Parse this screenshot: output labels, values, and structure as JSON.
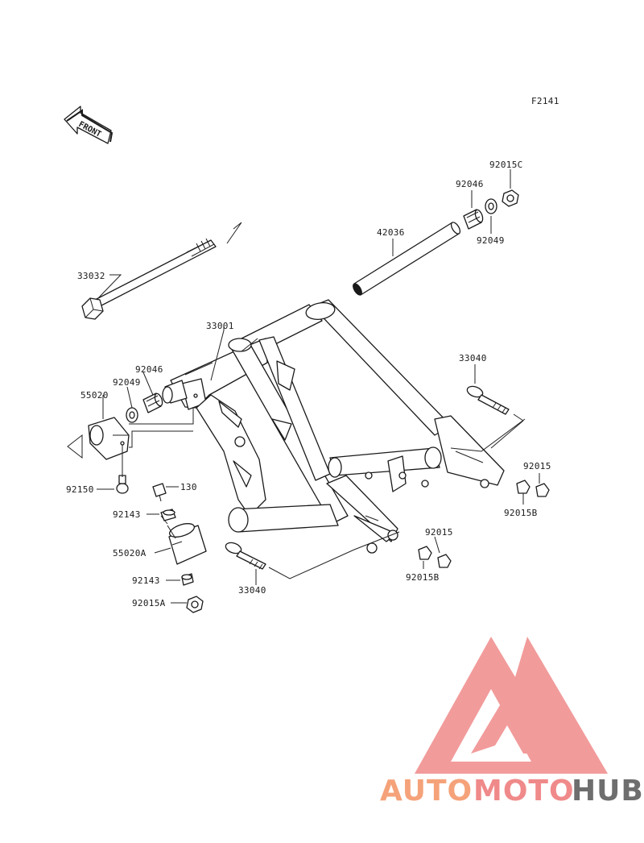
{
  "figure_code": "F2141",
  "front_label": "FRONT",
  "watermark": {
    "brand_a": "AUTO",
    "brand_b": "MOTO",
    "brand_c": "HUB",
    "color_light": "#f5a27a",
    "color_pink": "#f08a8a",
    "color_dark": "#6e6e6e"
  },
  "callouts": {
    "c33032": "33032",
    "c33001": "33001",
    "c92046a": "92046",
    "c92049a": "92049",
    "c55020": "55020",
    "c92150": "92150",
    "c130": "130",
    "c92143a": "92143",
    "c55020A": "55020A",
    "c92143b": "92143",
    "c92015A": "92015A",
    "c42036": "42036",
    "c92046b": "92046",
    "c92015C": "92015C",
    "c92049b": "92049",
    "c33040a": "33040",
    "c92015a": "92015",
    "c92015Ba": "92015B",
    "c92015b": "92015",
    "c92015Bb": "92015B",
    "c33040b": "33040"
  }
}
